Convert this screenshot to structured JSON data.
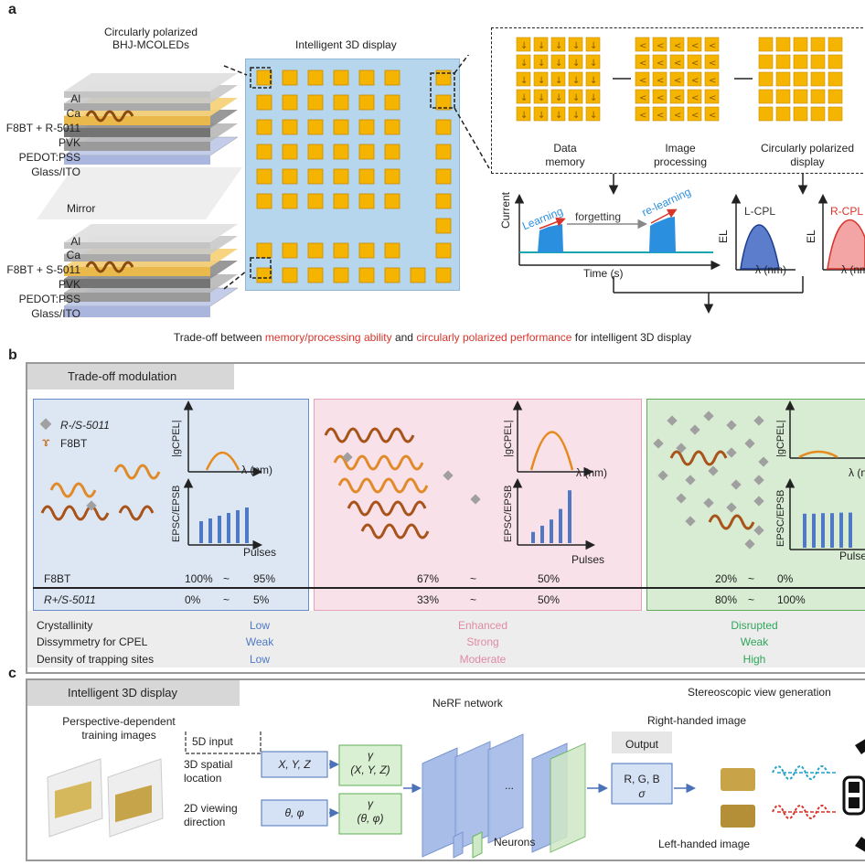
{
  "panels": {
    "a": "a",
    "b": "b",
    "c": "c"
  },
  "a": {
    "device_title": [
      "Circularly polarized",
      "BHJ-MCOLEDs"
    ],
    "display_title": "Intelligent 3D display",
    "top_stack": [
      "Al",
      "Ca",
      "F8BT + R-5011",
      "PVK",
      "PEDOT:PSS",
      "Glass/ITO"
    ],
    "mirror": "Mirror",
    "bottom_stack": [
      "Al",
      "Ca",
      "F8BT + S-5011",
      "PVK",
      "PEDOT:PSS",
      "Glass/ITO"
    ],
    "memory_labels": {
      "data": [
        "Data",
        "memory"
      ],
      "image": [
        "Image",
        "processing"
      ],
      "cp": [
        "Circularly polarized",
        "display"
      ]
    },
    "graph1": {
      "ylabel": "Current",
      "xlabel": "Time (s)",
      "learning": "Learning",
      "forgetting": "forgetting",
      "relearning": "re-learning"
    },
    "graph2": {
      "ylabel": "EL",
      "xlabel": "λ (nm)",
      "label": "L-CPL"
    },
    "graph3": {
      "ylabel": "EL",
      "xlabel": "λ (nm",
      "label": "R-CPL"
    },
    "tradeoff": {
      "pre": "Trade-off between ",
      "mem": "memory/processing ability",
      "mid": " and ",
      "cp": "circularly polarized performance",
      "post": " for intelligent 3D display"
    }
  },
  "b": {
    "header": "Trade-off modulation",
    "legend": {
      "r5011": "R-/S-5011",
      "f8bt": "F8BT"
    },
    "g_ylabel": "|gCPEL|",
    "g_xlabel": "λ (nm)",
    "g_xlabel_short": "λ (n",
    "e_ylabel": "EPSC/EPSB",
    "e_xlabel": "Pulses",
    "e_xlabel_short": "Pulse",
    "row1_label": "F8BT",
    "row2_label": "R+/S-5011",
    "tilde": "~",
    "comp": {
      "low": {
        "f8bt": [
          "100%",
          "95%"
        ],
        "r5011": [
          "0%",
          "5%"
        ]
      },
      "mid": {
        "f8bt": [
          "67%",
          "50%"
        ],
        "r5011": [
          "33%",
          "50%"
        ]
      },
      "high": {
        "f8bt": [
          "20%",
          "0%"
        ],
        "r5011": [
          "80%",
          "100%"
        ]
      }
    },
    "props": [
      {
        "name": "Crystallinity",
        "v": [
          "Low",
          "Enhanced",
          "Disrupted"
        ]
      },
      {
        "name": "Dissymmetry for CPEL",
        "v": [
          "Weak",
          "Strong",
          "Weak"
        ]
      },
      {
        "name": "Density of trapping sites",
        "v": [
          "Low",
          "Moderate",
          "High"
        ]
      }
    ],
    "colors": {
      "blue": "#4f79c5",
      "pink": "#e08aa4",
      "green": "#2ea65a"
    },
    "bars": {
      "low": [
        0.4,
        0.45,
        0.5,
        0.55,
        0.6,
        0.65
      ],
      "mid": [
        0.18,
        0.28,
        0.38,
        0.55,
        0.85
      ],
      "high": [
        0.62,
        0.62,
        0.63,
        0.63,
        0.64,
        0.64
      ]
    }
  },
  "c": {
    "header": "Intelligent 3D display",
    "training": [
      "Perspective-dependent",
      "training images"
    ],
    "input5d": "5D input",
    "spatial": [
      "3D spatial",
      "location"
    ],
    "viewing": [
      "2D viewing",
      "direction"
    ],
    "xyz": "X, Y, Z",
    "thetaphi": "θ, φ",
    "gamma": "γ",
    "gamma_xyz": "(X, Y, Z)",
    "gamma_tp": "(θ, φ)",
    "nerf": "NeRF network",
    "dots": "...",
    "output": "Output",
    "rgb": "R, G, B",
    "sigma": "σ",
    "neurons": "Neurons",
    "stereo": "Stereoscopic view generation",
    "right": "Right-handed image",
    "left": "Left-handed image"
  }
}
